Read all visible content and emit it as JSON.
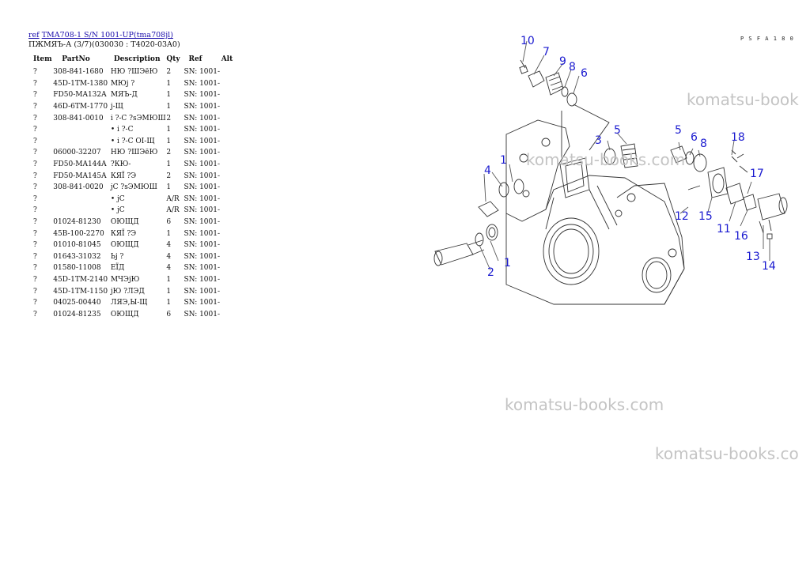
{
  "header": {
    "links": [
      "ref",
      "TMA708-1 S/N 1001-UP(tma708jl)"
    ],
    "subtitle": "ПЖМЯЪ-А (3/7)(030030 : T4020-03A0)"
  },
  "table": {
    "columns": [
      "Item",
      "PartNo",
      "Description",
      "Qty",
      "Ref",
      "Alt"
    ],
    "rows": [
      [
        "?",
        "308-841-1680",
        "НЮ ?ШЭёЮ",
        "2",
        "SN: 1001-",
        ""
      ],
      [
        "?",
        "45D-1TM-1380",
        "МЮj ?",
        "1",
        "SN: 1001-",
        ""
      ],
      [
        "?",
        "FD50-MA132A",
        "МЯЪ-Д",
        "1",
        "SN: 1001-",
        ""
      ],
      [
        "?",
        "46D-6TM-1770",
        "j-Щ",
        "1",
        "SN: 1001-",
        ""
      ],
      [
        "?",
        "308-841-0010",
        "і ?-С ?sЭМЮШ",
        "2",
        "SN: 1001-",
        ""
      ],
      [
        "?",
        "",
        "• і ?-С",
        "1",
        "SN: 1001-",
        ""
      ],
      [
        "?",
        "",
        "• і ?-С ОІ-Щ",
        "1",
        "SN: 1001-",
        ""
      ],
      [
        "?",
        "06000-32207",
        "НЮ ?ШЭёЮ",
        "2",
        "SN: 1001-",
        ""
      ],
      [
        "?",
        "FD50-MA144A",
        "?КЮ-",
        "1",
        "SN: 1001-",
        ""
      ],
      [
        "?",
        "FD50-MA145A",
        "КЯЇ ?Э",
        "2",
        "SN: 1001-",
        ""
      ],
      [
        "?",
        "308-841-0020",
        "jС ?sЭМЮШ",
        "1",
        "SN: 1001-",
        ""
      ],
      [
        "?",
        "",
        "• jС",
        "A/R",
        "SN: 1001-",
        ""
      ],
      [
        "?",
        "",
        "• jС",
        "A/R",
        "SN: 1001-",
        ""
      ],
      [
        "?",
        "01024-81230",
        "ОЮЩД",
        "6",
        "SN: 1001-",
        ""
      ],
      [
        "?",
        "45B-100-2270",
        "КЯЇ ?Э",
        "1",
        "SN: 1001-",
        ""
      ],
      [
        "?",
        "01010-81045",
        "ОЮЩД",
        "4",
        "SN: 1001-",
        ""
      ],
      [
        "?",
        "01643-31032",
        "Ьј ?",
        "4",
        "SN: 1001-",
        ""
      ],
      [
        "?",
        "01580-11008",
        "ЕЇД",
        "4",
        "SN: 1001-",
        ""
      ],
      [
        "?",
        "45D-1TM-2140",
        "МЧЭjЮ",
        "1",
        "SN: 1001-",
        ""
      ],
      [
        "?",
        "45D-1TM-1150",
        "jЮ ?ЛЭД",
        "1",
        "SN: 1001-",
        ""
      ],
      [
        "?",
        "04025-00440",
        "ЛЯЭ,Ы-Щ",
        "1",
        "SN: 1001-",
        ""
      ],
      [
        "?",
        "01024-81235",
        "ОЮЩД",
        "6",
        "SN: 1001-",
        ""
      ]
    ]
  },
  "diagram": {
    "drawing_code": "P S F A 1 8 0",
    "callout_color": "#1b1bd0",
    "callouts": [
      "10",
      "7",
      "9",
      "8",
      "6",
      "5",
      "6",
      "8",
      "18",
      "5",
      "3",
      "1",
      "4",
      "17",
      "12",
      "15",
      "11",
      "16",
      "13",
      "14",
      "1",
      "2"
    ]
  },
  "watermarks": [
    "komatsu-book",
    "komatsu-books.com",
    "komatsu-books.com",
    "komatsu-books.co"
  ]
}
